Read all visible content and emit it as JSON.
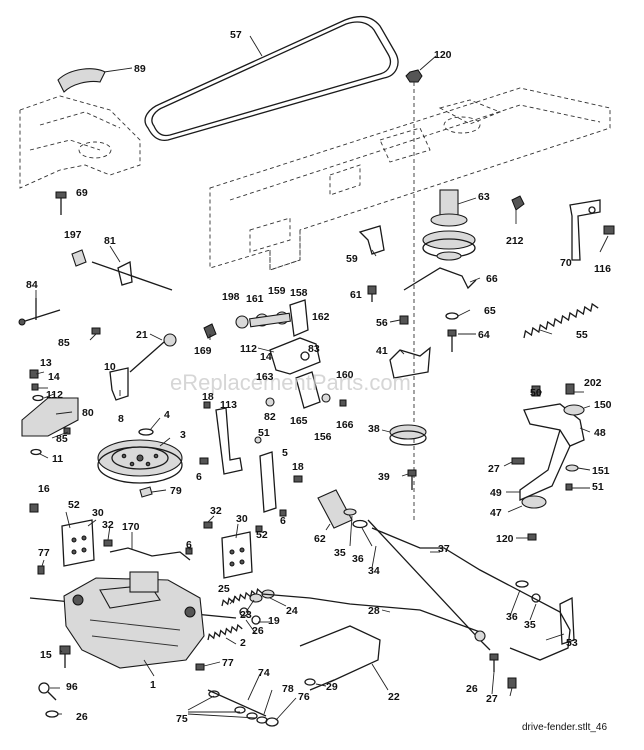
{
  "diagram": {
    "watermark": "eReplacementParts.com",
    "caption": "drive-fender.stlt_46",
    "callouts": [
      {
        "id": "c57",
        "text": "57"
      },
      {
        "id": "c89",
        "text": "89"
      },
      {
        "id": "c120a",
        "text": "120"
      },
      {
        "id": "c69",
        "text": "69"
      },
      {
        "id": "c63",
        "text": "63"
      },
      {
        "id": "c212",
        "text": "212"
      },
      {
        "id": "c70",
        "text": "70"
      },
      {
        "id": "c116",
        "text": "116"
      },
      {
        "id": "c197",
        "text": "197"
      },
      {
        "id": "c81",
        "text": "81"
      },
      {
        "id": "c59",
        "text": "59"
      },
      {
        "id": "c66",
        "text": "66"
      },
      {
        "id": "c84",
        "text": "84"
      },
      {
        "id": "c61",
        "text": "61"
      },
      {
        "id": "c198",
        "text": "198"
      },
      {
        "id": "c161",
        "text": "161"
      },
      {
        "id": "c159",
        "text": "159"
      },
      {
        "id": "c158",
        "text": "158"
      },
      {
        "id": "c65",
        "text": "65"
      },
      {
        "id": "c55",
        "text": "55"
      },
      {
        "id": "c85a",
        "text": "85"
      },
      {
        "id": "c21",
        "text": "21"
      },
      {
        "id": "c56",
        "text": "56"
      },
      {
        "id": "c162",
        "text": "162"
      },
      {
        "id": "c64",
        "text": "64"
      },
      {
        "id": "c169",
        "text": "169"
      },
      {
        "id": "c112a",
        "text": "112"
      },
      {
        "id": "c14a",
        "text": "14"
      },
      {
        "id": "c83",
        "text": "83"
      },
      {
        "id": "c41",
        "text": "41"
      },
      {
        "id": "c13",
        "text": "13"
      },
      {
        "id": "c10",
        "text": "10"
      },
      {
        "id": "c163",
        "text": "163"
      },
      {
        "id": "c160",
        "text": "160"
      },
      {
        "id": "c50",
        "text": "50"
      },
      {
        "id": "c202",
        "text": "202"
      },
      {
        "id": "c14b",
        "text": "14"
      },
      {
        "id": "c112b",
        "text": "112"
      },
      {
        "id": "c150",
        "text": "150"
      },
      {
        "id": "c80",
        "text": "80"
      },
      {
        "id": "c8",
        "text": "8"
      },
      {
        "id": "c18a",
        "text": "18"
      },
      {
        "id": "c113",
        "text": "113"
      },
      {
        "id": "c82",
        "text": "82"
      },
      {
        "id": "c165",
        "text": "165"
      },
      {
        "id": "c156",
        "text": "156"
      },
      {
        "id": "c166",
        "text": "166"
      },
      {
        "id": "c4",
        "text": "4"
      },
      {
        "id": "c85b",
        "text": "85"
      },
      {
        "id": "c38",
        "text": "38"
      },
      {
        "id": "c48",
        "text": "48"
      },
      {
        "id": "c51a",
        "text": "51"
      },
      {
        "id": "c3",
        "text": "3"
      },
      {
        "id": "c11",
        "text": "11"
      },
      {
        "id": "c5",
        "text": "5"
      },
      {
        "id": "c27a",
        "text": "27"
      },
      {
        "id": "c151",
        "text": "151"
      },
      {
        "id": "c18b",
        "text": "18"
      },
      {
        "id": "c6a",
        "text": "6"
      },
      {
        "id": "c39",
        "text": "39"
      },
      {
        "id": "c51b",
        "text": "51"
      },
      {
        "id": "c79",
        "text": "79"
      },
      {
        "id": "c49",
        "text": "49"
      },
      {
        "id": "c16",
        "text": "16"
      },
      {
        "id": "c6b",
        "text": "6"
      },
      {
        "id": "c47",
        "text": "47"
      },
      {
        "id": "c52a",
        "text": "52"
      },
      {
        "id": "c30a",
        "text": "30"
      },
      {
        "id": "c32a",
        "text": "32"
      },
      {
        "id": "c30b",
        "text": "30"
      },
      {
        "id": "c62",
        "text": "62"
      },
      {
        "id": "c170",
        "text": "170"
      },
      {
        "id": "c32b",
        "text": "32"
      },
      {
        "id": "c120b",
        "text": "120"
      },
      {
        "id": "c52b",
        "text": "52"
      },
      {
        "id": "c35a",
        "text": "35"
      },
      {
        "id": "c36a",
        "text": "36"
      },
      {
        "id": "c77a",
        "text": "77"
      },
      {
        "id": "c6c",
        "text": "6"
      },
      {
        "id": "c34",
        "text": "34"
      },
      {
        "id": "c37",
        "text": "37"
      },
      {
        "id": "c25",
        "text": "25"
      },
      {
        "id": "c23",
        "text": "23"
      },
      {
        "id": "c24",
        "text": "24"
      },
      {
        "id": "c28",
        "text": "28"
      },
      {
        "id": "c19",
        "text": "19"
      },
      {
        "id": "c36b",
        "text": "36"
      },
      {
        "id": "c35b",
        "text": "35"
      },
      {
        "id": "c26a",
        "text": "26"
      },
      {
        "id": "c15",
        "text": "15"
      },
      {
        "id": "c2",
        "text": "2"
      },
      {
        "id": "c53",
        "text": "53"
      },
      {
        "id": "c77b",
        "text": "77"
      },
      {
        "id": "c74",
        "text": "74"
      },
      {
        "id": "c29",
        "text": "29"
      },
      {
        "id": "c96",
        "text": "96"
      },
      {
        "id": "c1",
        "text": "1"
      },
      {
        "id": "c78",
        "text": "78"
      },
      {
        "id": "c26b",
        "text": "26"
      },
      {
        "id": "c76",
        "text": "76"
      },
      {
        "id": "c22",
        "text": "22"
      },
      {
        "id": "c27b",
        "text": "27"
      },
      {
        "id": "c26c",
        "text": "26"
      },
      {
        "id": "c75",
        "text": "75"
      }
    ]
  }
}
